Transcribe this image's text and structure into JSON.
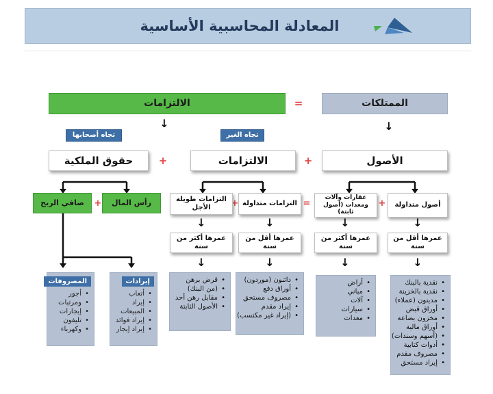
{
  "header": {
    "title": "المعادلة المحاسبية الأساسية"
  },
  "level1": {
    "assets": "الممتلكات",
    "liabilities": "الالتزامات",
    "equals": "="
  },
  "tags": {
    "third_party": "تجاه الغير",
    "owners": "تجاه أصحابها"
  },
  "level2": {
    "assets": "الأصول",
    "liabilities": "الالتزامات",
    "equity": "حقوق الملكية",
    "plus1": "+",
    "plus2": "+"
  },
  "level3": {
    "current_assets": "أصول متداولة",
    "fixed_assets": "عقارات وآلات ومعدات (أصول ثابتة)",
    "current_liab": "التزامات متداولة",
    "long_liab": "التزامات طويلة الأجل",
    "capital": "رأس المال",
    "net_profit": "صافي الربح",
    "plus1": "+",
    "equals": "=",
    "plus2": "+",
    "plus3": "+"
  },
  "level4": {
    "ca_life": "عمرها أقل من سنة",
    "fa_life": "عمرها أكثر من سنة",
    "cl_life": "عمرها أقل من سنة",
    "ll_life": "عمرها أكثر من سنة"
  },
  "lists": {
    "current_assets": [
      "نقدية بالبنك",
      "نقدية بالخزينة",
      "مدينون (عملاء)",
      "أوراق قبض",
      "مخزون بضاعة",
      "أوراق مالية",
      "(أسهم وسندات)",
      "أدوات كتابية",
      "مصروف مقدم",
      "إيراد مستحق"
    ],
    "fixed_assets": [
      "أراض",
      "مباني",
      "آلات",
      "سيارات",
      "معدات"
    ],
    "current_liab": [
      "دائنون (موردون)",
      "أوراق دفع",
      "مصروف مستحق",
      "إيراد مقدم",
      "(إيراد غير مكتسب)"
    ],
    "long_liab": [
      "قرض برهن",
      "(من البنك)",
      "مقابل رهن أحد",
      "الأصول الثابتة"
    ],
    "revenues": {
      "title": "إيرادات",
      "items": [
        "أتعاب",
        "إيراد",
        "المبيعات",
        "إيراد فوائد",
        "إيراد إيجار"
      ]
    },
    "expenses": {
      "title": "المصروفات",
      "items": [
        "أجور",
        "ومرتبات",
        "إيجارات",
        "تليفون",
        "وكهرباء"
      ]
    }
  }
}
